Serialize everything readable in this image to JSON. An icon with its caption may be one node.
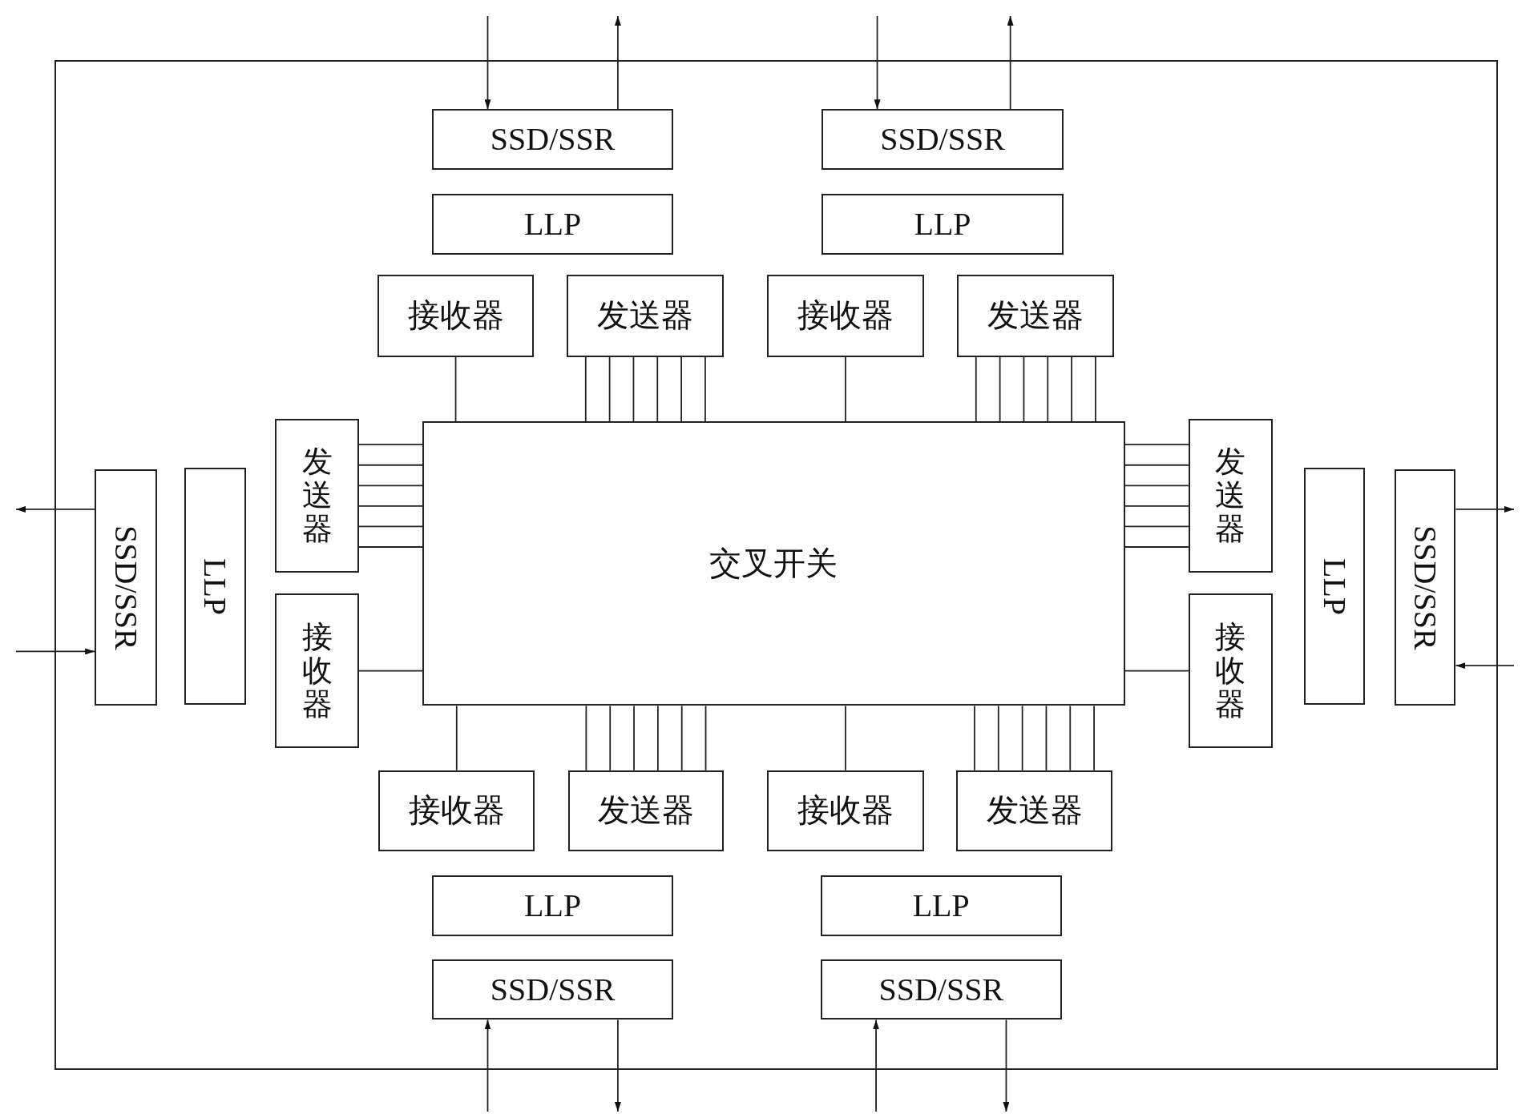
{
  "diagram": {
    "nodes": [
      {
        "text": [],
        "shape": "box"
      },
      {
        "text": [
          "SSD/SSR"
        ],
        "in": 0
      },
      {
        "text": [
          "SSD/SSR"
        ],
        "in": 0
      },
      {
        "text": [
          "LLP"
        ],
        "in": 0
      },
      {
        "text": [
          "LLP"
        ],
        "in": 0
      },
      {
        "text": [
          "接收器"
        ],
        "in": 0
      },
      {
        "text": [
          "发送器"
        ],
        "in": 0
      },
      {
        "text": [
          "接收器"
        ],
        "in": 0
      },
      {
        "text": [
          "发送器"
        ],
        "in": 0
      },
      {
        "text": [
          "发送器"
        ],
        "in": 0
      },
      {
        "text": [
          "SSD/SSR"
        ],
        "in": 0
      },
      {
        "text": [
          "LLP"
        ],
        "in": 0
      },
      {
        "text": [
          "交叉开关"
        ],
        "in": 0
      },
      {
        "text": [
          "LLP"
        ],
        "in": 0
      },
      {
        "text": [
          "SSD/SSR"
        ],
        "in": 0
      },
      {
        "text": [
          "发送器"
        ],
        "in": 0
      },
      {
        "text": [
          "接收器"
        ],
        "in": 0
      },
      {
        "text": [
          "接收器"
        ],
        "in": 0
      },
      {
        "text": [
          "接收器"
        ],
        "in": 0
      },
      {
        "text": [
          "发送器"
        ],
        "in": 0
      },
      {
        "text": [
          "接收器"
        ],
        "in": 0
      },
      {
        "text": [
          "发送器"
        ],
        "in": 0
      },
      {
        "text": [
          "LLP"
        ],
        "in": 0
      },
      {
        "text": [
          "LLP"
        ],
        "in": 0
      },
      {
        "text": [
          "SSD/SSR"
        ],
        "in": 0
      },
      {
        "text": [
          "SSD/SSR"
        ],
        "in": 0
      }
    ],
    "edges": [
      {
        "from": null,
        "to": 1,
        "arrow": "to"
      },
      {
        "from": 1,
        "to": null,
        "arrow": "to"
      },
      {
        "from": null,
        "to": 2,
        "arrow": "to"
      },
      {
        "from": 2,
        "to": null,
        "arrow": "to"
      },
      {
        "from": 10,
        "to": null,
        "arrow": "to"
      },
      {
        "from": null,
        "to": 10,
        "arrow": "to"
      },
      {
        "from": 14,
        "to": null,
        "arrow": "to"
      },
      {
        "from": null,
        "to": 14,
        "arrow": "to"
      },
      {
        "from": null,
        "to": 24,
        "arrow": "to"
      },
      {
        "from": 24,
        "to": null,
        "arrow": "to"
      },
      {
        "from": null,
        "to": 25,
        "arrow": "to"
      },
      {
        "from": 25,
        "to": null,
        "arrow": "to"
      },
      {
        "from": 5,
        "to": 12,
        "arrow": "none"
      },
      {
        "from": 12,
        "to": 6,
        "arrow": "none"
      },
      {
        "from": 12,
        "to": 6,
        "arrow": "none"
      },
      {
        "from": 12,
        "to": 6,
        "arrow": "none"
      },
      {
        "from": 12,
        "to": 6,
        "arrow": "none"
      },
      {
        "from": 12,
        "to": 6,
        "arrow": "none"
      },
      {
        "from": 12,
        "to": 6,
        "arrow": "none"
      },
      {
        "from": 7,
        "to": 12,
        "arrow": "none"
      },
      {
        "from": 12,
        "to": 8,
        "arrow": "none"
      },
      {
        "from": 12,
        "to": 8,
        "arrow": "none"
      },
      {
        "from": 12,
        "to": 8,
        "arrow": "none"
      },
      {
        "from": 12,
        "to": 8,
        "arrow": "none"
      },
      {
        "from": 12,
        "to": 8,
        "arrow": "none"
      },
      {
        "from": 12,
        "to": 8,
        "arrow": "none"
      },
      {
        "from": 12,
        "to": 9,
        "arrow": "none"
      },
      {
        "from": 12,
        "to": 9,
        "arrow": "none"
      },
      {
        "from": 12,
        "to": 9,
        "arrow": "none"
      },
      {
        "from": 12,
        "to": 9,
        "arrow": "none"
      },
      {
        "from": 12,
        "to": 9,
        "arrow": "none"
      },
      {
        "from": 12,
        "to": 9,
        "arrow": "none"
      },
      {
        "from": 12,
        "to": 15,
        "arrow": "none"
      },
      {
        "from": 12,
        "to": 15,
        "arrow": "none"
      },
      {
        "from": 12,
        "to": 15,
        "arrow": "none"
      },
      {
        "from": 12,
        "to": 15,
        "arrow": "none"
      },
      {
        "from": 12,
        "to": 15,
        "arrow": "none"
      },
      {
        "from": 12,
        "to": 15,
        "arrow": "none"
      },
      {
        "from": 16,
        "to": 12,
        "arrow": "none"
      },
      {
        "from": 17,
        "to": 12,
        "arrow": "none"
      },
      {
        "from": 18,
        "to": 12,
        "arrow": "none"
      },
      {
        "from": 12,
        "to": 19,
        "arrow": "none"
      },
      {
        "from": 12,
        "to": 19,
        "arrow": "none"
      },
      {
        "from": 12,
        "to": 19,
        "arrow": "none"
      },
      {
        "from": 12,
        "to": 19,
        "arrow": "none"
      },
      {
        "from": 12,
        "to": 19,
        "arrow": "none"
      },
      {
        "from": 12,
        "to": 19,
        "arrow": "none"
      },
      {
        "from": 20,
        "to": 12,
        "arrow": "none"
      },
      {
        "from": 12,
        "to": 21,
        "arrow": "none"
      },
      {
        "from": 12,
        "to": 21,
        "arrow": "none"
      },
      {
        "from": 12,
        "to": 21,
        "arrow": "none"
      },
      {
        "from": 12,
        "to": 21,
        "arrow": "none"
      },
      {
        "from": 12,
        "to": 21,
        "arrow": "none"
      },
      {
        "from": 12,
        "to": 21,
        "arrow": "none"
      }
    ]
  }
}
